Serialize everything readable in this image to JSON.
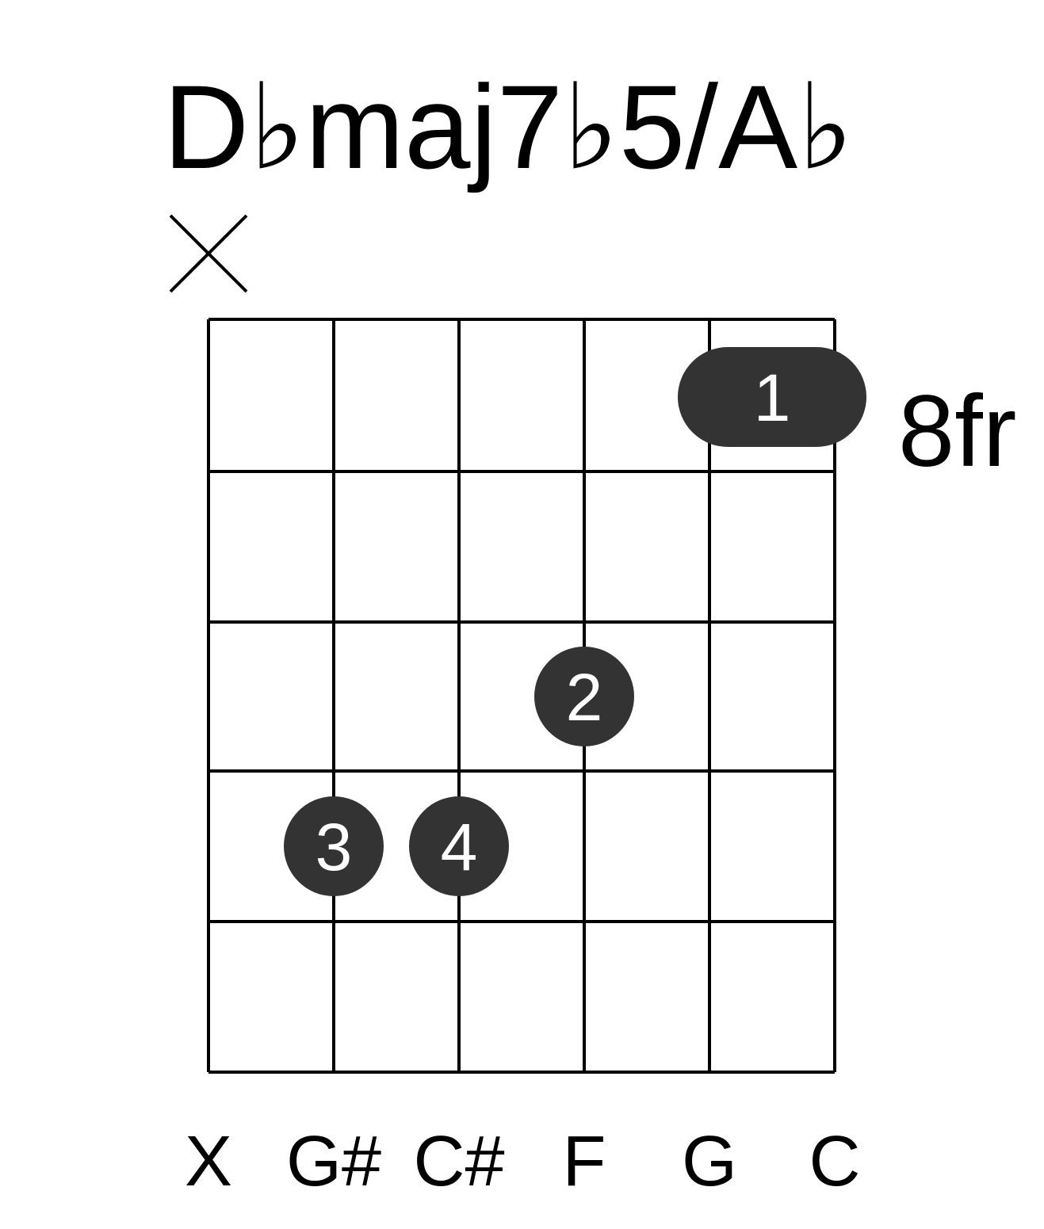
{
  "title": "D♭maj7♭5/A♭",
  "start_fret_label": "8fr",
  "strings": [
    {
      "note": "X",
      "muted": true
    },
    {
      "note": "G#",
      "muted": false
    },
    {
      "note": "C#",
      "muted": false
    },
    {
      "note": "F",
      "muted": false
    },
    {
      "note": "G",
      "muted": false
    },
    {
      "note": "C",
      "muted": false
    }
  ],
  "frets_shown": 5,
  "barre": {
    "fret": 1,
    "from_string": 5,
    "to_string": 6,
    "finger": "1"
  },
  "fingers": [
    {
      "string": 4,
      "fret": 3,
      "finger": "2"
    },
    {
      "string": 2,
      "fret": 4,
      "finger": "3"
    },
    {
      "string": 3,
      "fret": 4,
      "finger": "4"
    }
  ],
  "colors": {
    "grid": "#000000",
    "dot": "#333333",
    "dot_text": "#ffffff"
  }
}
